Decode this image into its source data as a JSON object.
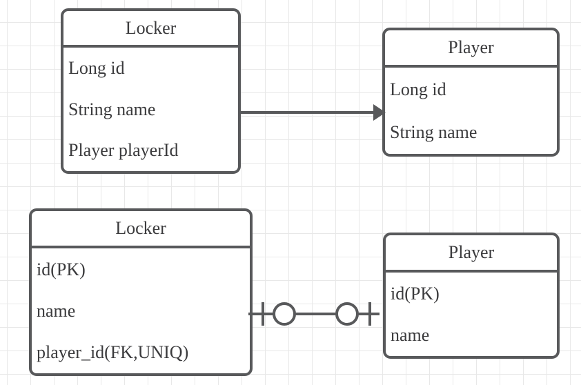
{
  "diagram": {
    "title_text": "",
    "background_color": "#ffffff",
    "grid_color": "#e8e8e8",
    "stroke_color": "#58595b",
    "text_color": "#3b3b3d"
  },
  "entities": [
    {
      "id": "locker-class",
      "name": "Locker",
      "kind": "class",
      "attributes": [
        "Long id",
        "String name",
        "Player playerId"
      ]
    },
    {
      "id": "player-class",
      "name": "Player",
      "kind": "class",
      "attributes": [
        "Long id",
        "String name"
      ]
    },
    {
      "id": "locker-table",
      "name": "Locker",
      "kind": "table",
      "attributes": [
        "id(PK)",
        "name",
        "player_id(FK,UNIQ)"
      ]
    },
    {
      "id": "player-table",
      "name": "Player",
      "kind": "table",
      "attributes": [
        "id(PK)",
        "name"
      ]
    }
  ],
  "connectors": [
    {
      "id": "arrow",
      "type": "directed-association",
      "from": "locker-class",
      "to": "player-class",
      "marker_start": "none",
      "marker_end": "solid-arrowhead",
      "label": ""
    },
    {
      "id": "relation",
      "type": "one-to-one-optional",
      "from": "locker-table",
      "to": "player-table",
      "marker_start": "zero-or-one",
      "marker_end": "zero-or-one",
      "label": ""
    }
  ]
}
